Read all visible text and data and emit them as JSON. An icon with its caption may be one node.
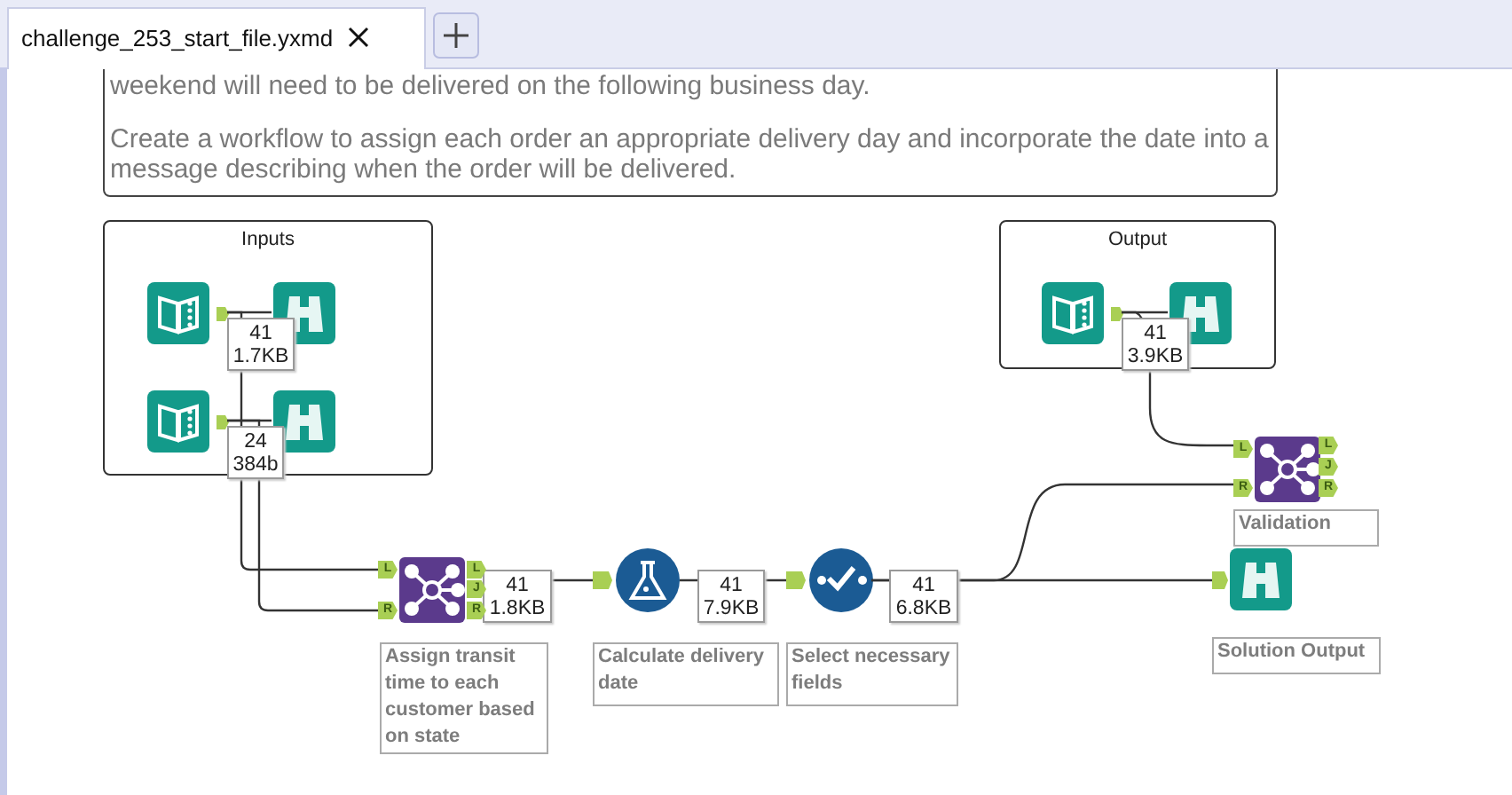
{
  "diagram": {
    "nodes": [
      {
        "text": [
          "Inputs"
        ]
      },
      {
        "text": [],
        "shape": "picture",
        "in": 0
      },
      {
        "text": [],
        "shape": "picture",
        "in": 0
      },
      {
        "text": [],
        "shape": "picture",
        "in": 0
      },
      {
        "text": [],
        "shape": "picture",
        "in": 0
      },
      {
        "text": [
          "Output"
        ]
      },
      {
        "text": [],
        "shape": "picture",
        "in": 5
      },
      {
        "text": [],
        "shape": "picture",
        "in": 5
      },
      {
        "text": [],
        "shape": "picture",
        "beside": [
          "Assign transit time to each customer based on state"
        ]
      },
      {
        "text": [],
        "shape": "picture",
        "beside": [
          "Calculate delivery date"
        ]
      },
      {
        "text": [],
        "shape": "picture",
        "beside": [
          "Select necessary fields"
        ]
      },
      {
        "text": [],
        "shape": "picture",
        "beside": [
          "Validation"
        ]
      },
      {
        "text": [],
        "shape": "picture",
        "beside": [
          "Solution Output"
        ]
      },
      {
        "text": [
          "weekend will need to be delivered on the following business day.",
          "Create a workflow to assign each order an appropriate delivery day and incorporate the date into a message describing when the order will be delivered."
        ]
      }
    ],
    "edges": [
      {
        "from": 1,
        "to": 2,
        "arrow": "none",
        "label": "41 1.7KB"
      },
      {
        "from": 3,
        "to": 4,
        "arrow": "none",
        "label": "24 384b"
      },
      {
        "from": 1,
        "to": 8,
        "arrow": "none"
      },
      {
        "from": 3,
        "to": 8,
        "arrow": "none"
      },
      {
        "from": 8,
        "to": 9,
        "arrow": "none",
        "label": "41 1.8KB"
      },
      {
        "from": 9,
        "to": 10,
        "arrow": "none",
        "label": "41 7.9KB"
      },
      {
        "from": 10,
        "to": 11,
        "arrow": "none"
      },
      {
        "from": 10,
        "to": 12,
        "arrow": "none",
        "label": "41 6.8KB"
      },
      {
        "from": 6,
        "to": 7,
        "arrow": "none",
        "label": "41 3.9KB"
      },
      {
        "from": 6,
        "to": 11,
        "arrow": "none"
      }
    ],
    "labels": [
      "challenge_253_start_file.yxmd",
      "L",
      "R",
      "L",
      "J",
      "R",
      "L",
      "L",
      "J",
      "R",
      "R"
    ]
  }
}
